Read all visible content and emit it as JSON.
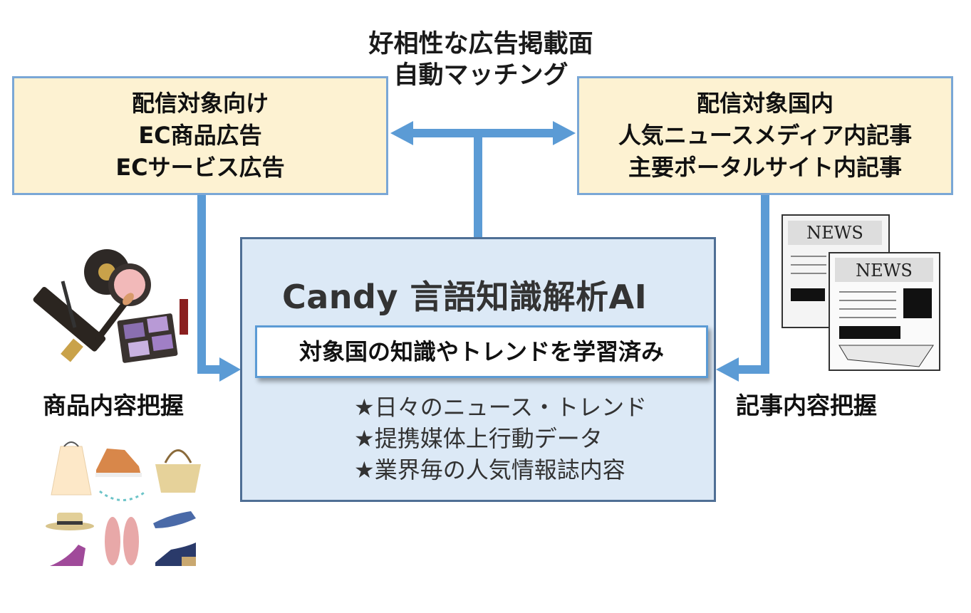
{
  "top_caption": [
    "好相性な広告掲載面",
    "自動マッチング"
  ],
  "left_box": [
    "配信対象向け",
    "EC商品広告",
    "ECサービス広告"
  ],
  "right_box": [
    "配信対象国内",
    "人気ニュースメディア内記事",
    "主要ポータルサイト内記事"
  ],
  "main": {
    "title": "Candy 言語知識解析AI",
    "learned_label": "対象国の知識やトレンドを学習済み",
    "bullets": [
      "★日々のニュース・トレンド",
      "★提携媒体上行動データ",
      "★業界毎の人気情報誌内容"
    ]
  },
  "left_label": "商品内容把握",
  "right_label": "記事内容把握",
  "news_text": "NEWS",
  "colors": {
    "arrow": "#5b9bd5",
    "box_fill": "#fdf2d2",
    "box_border": "#7aa7d6",
    "main_fill": "#dce9f6"
  }
}
